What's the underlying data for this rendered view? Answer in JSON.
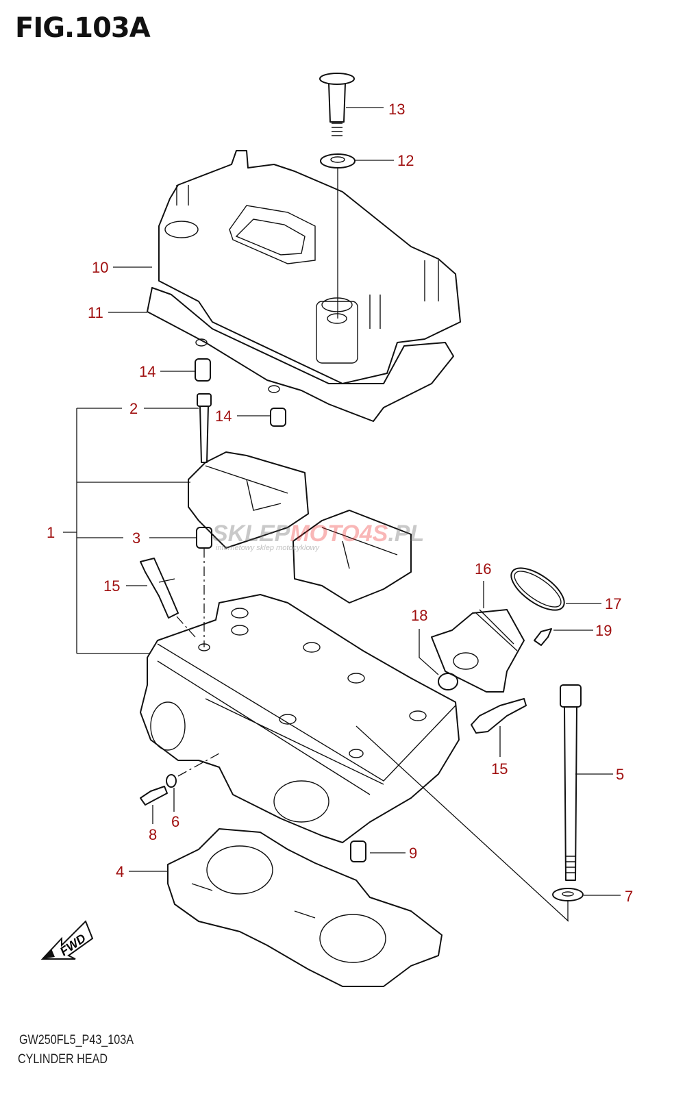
{
  "figure": {
    "title": "FIG.103A",
    "code": "GW250FL5_P43_103A",
    "name": "CYLINDER HEAD"
  },
  "callouts": [
    "13",
    "12",
    "10",
    "11",
    "14",
    "2",
    "14",
    "1",
    "3",
    "15",
    "16",
    "17",
    "18",
    "19",
    "5",
    "15",
    "6",
    "8",
    "9",
    "4",
    "7"
  ],
  "fwd_label": "FWD",
  "watermark": {
    "text_a": "SKLEP",
    "text_b": "MOTO4S",
    "text_c": ".PL",
    "tagline": "internetowy sklep motocyklowy"
  },
  "colors": {
    "callout": "#a01010",
    "line": "#111111"
  }
}
